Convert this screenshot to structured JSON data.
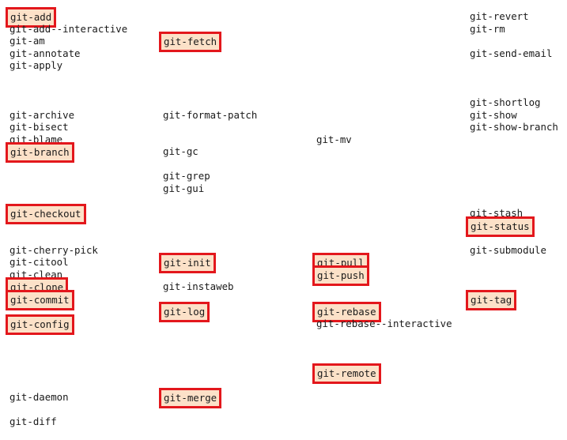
{
  "highlight": {
    "border_color": "#e3171c",
    "fill_color": "#fce1c8"
  },
  "columns": [
    {
      "items": [
        {
          "text": "git-add",
          "highlighted": true
        },
        {
          "text": "git-add--interactive",
          "highlighted": false
        },
        {
          "text": "git-am",
          "highlighted": false
        },
        {
          "text": "git-annotate",
          "highlighted": false
        },
        {
          "text": "git-apply",
          "highlighted": false
        },
        {
          "text": "git-archive",
          "highlighted": false
        },
        {
          "text": "git-bisect",
          "highlighted": false
        },
        {
          "text": "git-blame",
          "highlighted": false
        },
        {
          "text": "git-branch",
          "highlighted": true
        },
        {
          "text": "git-checkout",
          "highlighted": true
        },
        {
          "text": "git-cherry-pick",
          "highlighted": false
        },
        {
          "text": "git-citool",
          "highlighted": false
        },
        {
          "text": "git-clean",
          "highlighted": false
        },
        {
          "text": "git-clone",
          "highlighted": true
        },
        {
          "text": "git-commit",
          "highlighted": true
        },
        {
          "text": "git-config",
          "highlighted": true
        },
        {
          "text": "git-daemon",
          "highlighted": false
        },
        {
          "text": "git-diff",
          "highlighted": false
        }
      ]
    },
    {
      "items": [
        {
          "text": "git-fetch",
          "highlighted": true
        },
        {
          "text": "git-format-patch",
          "highlighted": false
        },
        {
          "text": "git-gc",
          "highlighted": false
        },
        {
          "text": "git-grep",
          "highlighted": false
        },
        {
          "text": "git-gui",
          "highlighted": false
        },
        {
          "text": "git-init",
          "highlighted": true
        },
        {
          "text": "git-instaweb",
          "highlighted": false
        },
        {
          "text": "git-log",
          "highlighted": true
        },
        {
          "text": "git-merge",
          "highlighted": true
        }
      ]
    },
    {
      "items": [
        {
          "text": "git-mv",
          "highlighted": false
        },
        {
          "text": "git-pull",
          "highlighted": true
        },
        {
          "text": "git-push",
          "highlighted": true
        },
        {
          "text": "git-rebase",
          "highlighted": true
        },
        {
          "text": "git-rebase--interactive",
          "highlighted": false
        },
        {
          "text": "git-remote",
          "highlighted": true
        }
      ]
    },
    {
      "items": [
        {
          "text": "git-revert",
          "highlighted": false
        },
        {
          "text": "git-rm",
          "highlighted": false
        },
        {
          "text": "git-send-email",
          "highlighted": false
        },
        {
          "text": "git-shortlog",
          "highlighted": false
        },
        {
          "text": "git-show",
          "highlighted": false
        },
        {
          "text": "git-show-branch",
          "highlighted": false
        },
        {
          "text": "git-stash",
          "highlighted": false
        },
        {
          "text": "git-status",
          "highlighted": true
        },
        {
          "text": "git-submodule",
          "highlighted": false
        },
        {
          "text": "git-tag",
          "highlighted": true
        }
      ]
    }
  ]
}
